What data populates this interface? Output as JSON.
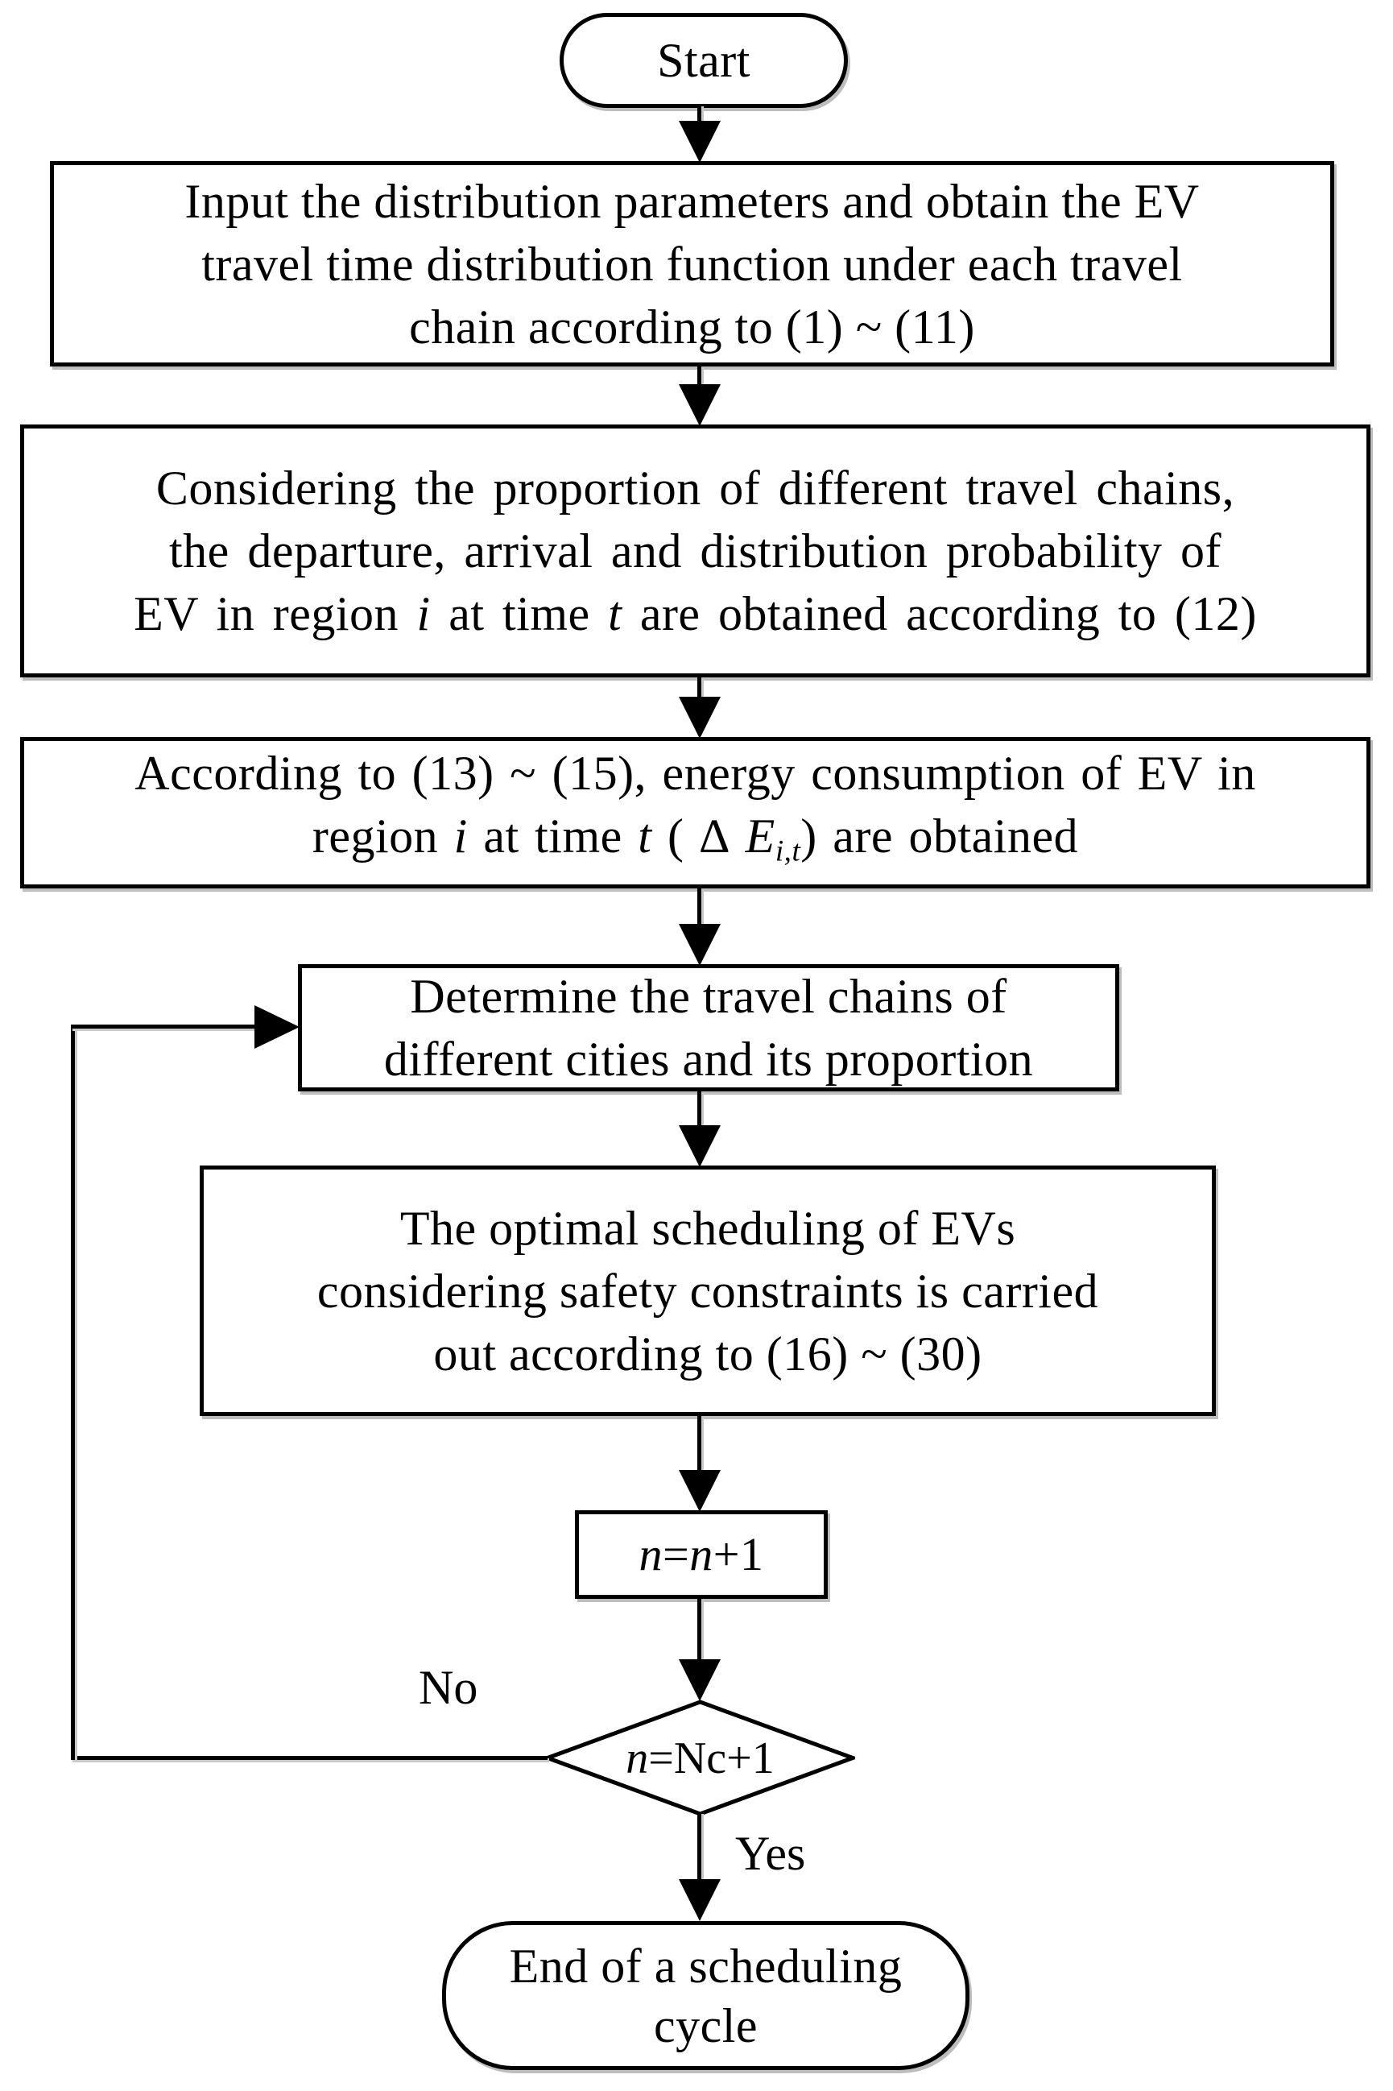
{
  "figure": {
    "type": "flowchart",
    "background_color": "#ffffff",
    "stroke_color": "#000000",
    "text_color": "#000000",
    "shadow_color": "#bdbdbd"
  },
  "nodes": {
    "start": {
      "shape": "terminator",
      "label": "Start"
    },
    "step1": {
      "shape": "process",
      "lines": [
        [
          {
            "t": "Input the distribution parameters and obtain the EV"
          }
        ],
        [
          {
            "t": "travel time distribution function under each travel"
          }
        ],
        [
          {
            "t": "chain according to (1) ~ (11)"
          }
        ]
      ]
    },
    "step2": {
      "shape": "process",
      "lines": [
        [
          {
            "t": "Considering the proportion of different travel chains,"
          }
        ],
        [
          {
            "t": "the departure, arrival and distribution probability of"
          }
        ],
        [
          {
            "t": "EV in region "
          },
          {
            "t": "i",
            "i": true
          },
          {
            "t": " at time "
          },
          {
            "t": "t",
            "i": true
          },
          {
            "t": " are obtained according to (12)"
          }
        ]
      ]
    },
    "step3": {
      "shape": "process",
      "lines": [
        [
          {
            "t": "According to (13) ~ (15), energy consumption of EV in"
          }
        ],
        [
          {
            "t": "region "
          },
          {
            "t": "i",
            "i": true
          },
          {
            "t": " at time "
          },
          {
            "t": "t",
            "i": true
          },
          {
            "t": " ( ∆ "
          },
          {
            "t": "E",
            "i": true
          },
          {
            "t": "i,t",
            "sub": true
          },
          {
            "t": ") are obtained"
          }
        ]
      ]
    },
    "step4": {
      "shape": "process",
      "lines": [
        [
          {
            "t": "Determine the travel chains of"
          }
        ],
        [
          {
            "t": "different cities and its proportion"
          }
        ]
      ]
    },
    "step5": {
      "shape": "process",
      "lines": [
        [
          {
            "t": "The optimal scheduling of EVs"
          }
        ],
        [
          {
            "t": "considering safety constraints is carried"
          }
        ],
        [
          {
            "t": "out according to (16) ~ (30)"
          }
        ]
      ]
    },
    "step6": {
      "shape": "process",
      "lines": [
        [
          {
            "t": "n",
            "i": true
          },
          {
            "t": "="
          },
          {
            "t": "n",
            "i": true
          },
          {
            "t": "+1"
          }
        ]
      ]
    },
    "decision": {
      "shape": "decision",
      "lines": [
        [
          {
            "t": "n",
            "i": true
          },
          {
            "t": "=Nc+1"
          }
        ]
      ]
    },
    "end": {
      "shape": "terminator",
      "lines": [
        [
          {
            "t": "End of a scheduling"
          }
        ],
        [
          {
            "t": "cycle"
          }
        ]
      ]
    }
  },
  "edge_labels": {
    "no": "No",
    "yes": "Yes"
  }
}
